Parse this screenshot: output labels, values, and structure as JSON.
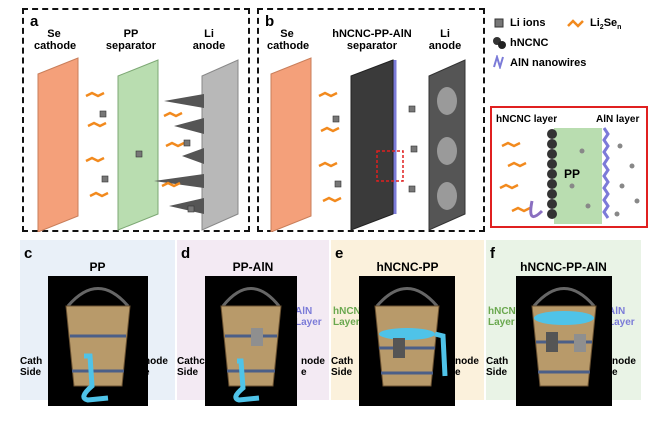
{
  "panel_a": {
    "label": "a",
    "se_cathode": [
      "Se",
      "cathode"
    ],
    "separator": [
      "PP",
      "separator"
    ],
    "anode": [
      "Li",
      "anode"
    ]
  },
  "panel_b": {
    "label": "b",
    "se_cathode": [
      "Se",
      "cathode"
    ],
    "separator": [
      "hNCNC-PP-AlN",
      "separator"
    ],
    "anode": [
      "Li",
      "anode"
    ]
  },
  "legend": {
    "li_ions": "Li ions",
    "li2sen_base": "Li",
    "li2sen_sub1": "2",
    "li2sen_mid": "Se",
    "li2sen_sub2": "n",
    "hncnc": "hNCNC",
    "aln": "AlN nanowires"
  },
  "inset": {
    "hncnc_layer": "hNCNC layer",
    "aln_layer": "AlN layer",
    "pp": "PP"
  },
  "panels_bottom": [
    {
      "label": "c",
      "title": "PP",
      "left_side": [
        "Cath",
        "Side"
      ],
      "right_side": [
        "node",
        "e"
      ]
    },
    {
      "label": "d",
      "title": "PP-AlN",
      "left_side": [
        "Cathc",
        "Side"
      ],
      "right_side": [
        "node",
        "e"
      ],
      "right_layer": [
        "AlN",
        "Layer"
      ]
    },
    {
      "label": "e",
      "title": "hNCNC-PP",
      "left_side": [
        "Cath",
        "Side"
      ],
      "right_side": [
        "node",
        "e"
      ],
      "left_layer": [
        "hNCNC",
        "Layer"
      ]
    },
    {
      "label": "f",
      "title": "hNCNC-PP-AlN",
      "left_side": [
        "Cath",
        "Side"
      ],
      "right_side": [
        "node",
        "e"
      ],
      "left_layer": [
        "hNCNC",
        "Layer"
      ],
      "right_layer": [
        "AlN",
        "Layer"
      ]
    }
  ],
  "colors": {
    "cathode": "#f4a07a",
    "pp_green": "#b9ddb0",
    "anode_gray": "#b8b8b8",
    "polysulfide_orange": "#f28a1e",
    "aln_blue": "#7b7bd8",
    "hncnc_green": "#6aa84f",
    "water_blue": "#4fc3e8",
    "panel_c_bg": "#e9f0f8",
    "panel_d_bg": "#f3eaf3",
    "panel_e_bg": "#fbf1dc",
    "panel_f_bg": "#e9f3e6"
  }
}
